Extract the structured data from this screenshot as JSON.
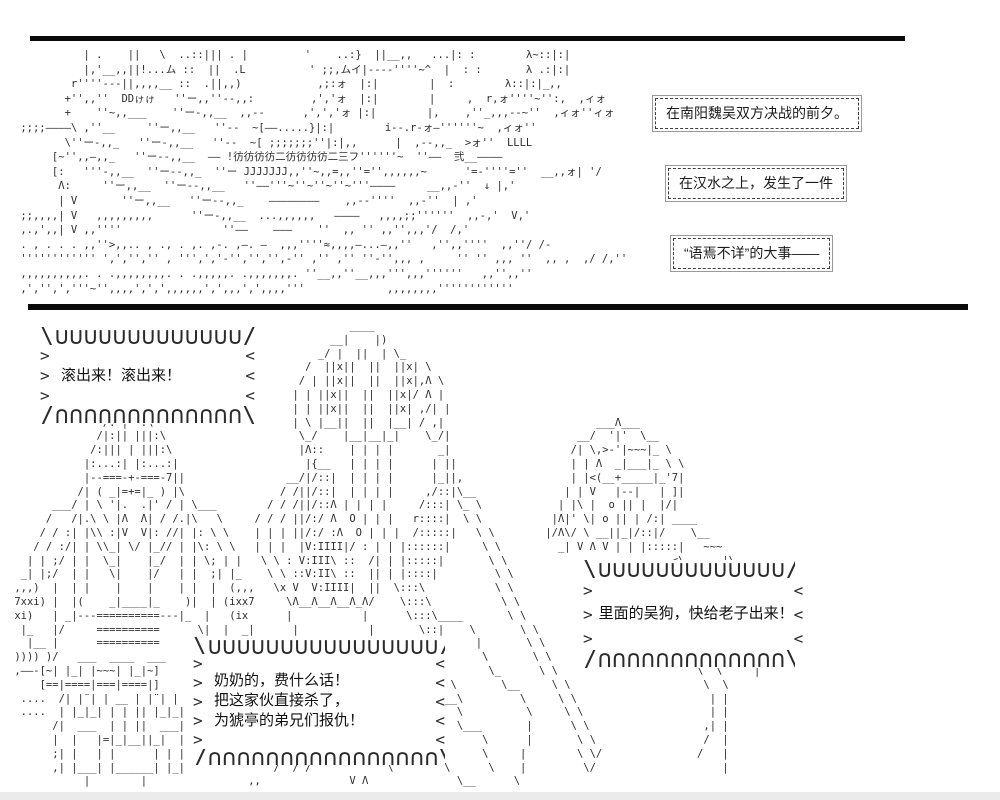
{
  "meta": {
    "background": "#ffffff",
    "ink": "#2e2e2e",
    "rule_color": "#0a0a0a"
  },
  "panel_top": {
    "captions": [
      {
        "text": "在南阳魏吴双方决战的前夕。"
      },
      {
        "text": "在汉水之上，发生了一件"
      },
      {
        "text": "“语焉不详”的大事——"
      }
    ],
    "ship_art": [
      "           | .    ||   \\  ..::||| . |         '    ..:}  ||__,,   ...|: :        λ~::|:|",
      "           |,'__,,||!...ム ::  ||  .L          ' ;;,ムイ|---‐''''~^  |  : :       λ .:|:|",
      "         r''''---||,,,,__ ::  .||,,)            ,;:ォ  |:|        |  :        λ::|:|_,,",
      "        +'',,''  DDゖゖ   ''ー,,''--,,:         ,','ォ  |:|        |     ,  r,ォ''''~'':,  ,ィォ",
      "        +    ''~,,___    ''ー-,,__  ,,--      ,',','ォ |:|        |,    ,''_,,,--~''  ,ィォ''ィォ",
      " ;;;;――――\\ ,''__     ''ー,,__   ''--  ~[――.....}|:|        i--.r-ォ―''''''~  ,ィォ''",
      "        \\''ー-,,_   ''ー-,,__   ''--  ~[ ;;;;;;;''|:|,,      |  ,--,,_  >ォ''  LLLL",
      "      [~'',,―,,_   ''ー--,,__  ―― !彷彷彷彷二彷彷彷彷二三フ''''''~  ''――  弐__――――",
      "      [:   '''-,,__  ''ー--,,_  ''ー JJJJJJJ,,''~,,=,,''='',,,,,,~      '=-''''=''  __,,ォ| '/",
      "       Λ:     ''ー,,__  ''ー--,,__   ''――'''~''~''~''~'''――――     __,,-''  ↓ |,'",
      "       | V       ''ー,,__   ''ー--,,_    ――――――――    ,,--''''  ,,-''  | ,'",
      " ;;,,,,| V   ,,,,,,,,,      ''ー-,,__  ...,,,,,,   ――――   ,,,,;;''''''  ,,-,'  V,'",
      " ,.,',,| V ,,''''                ''――    ―――    ''  ,, '' ,,'',,,'/  /,'",
      " . , . . . ,,''>,,.. , ., . ,. ,-. ,―. ―  ,,,''''≈,,,,―...―,,''   ,'',,''''  ,,''/ /-",
      " '''''''''''' ',','','' , ''',','-'','','',-'' ,'' ,'' ''-'',,, ,     '' '' ,,, ''  ,, ,  ,/ /,''",
      " ,,,,,,,,,,. . .,,,,,,,,. . .,,,,,. .,,,,,,,. ''__,,''__,,,''',,,''''''   ,,'',,''",
      " ,','',','''~'',,,,',',',,,,,,',',,,',',,,,'''             ,,,,,,,,''''''''''''"
    ]
  },
  "panel_bottom": {
    "bubbles": [
      {
        "speaker": "crowd",
        "scallops": 13,
        "lines": [
          "滚出来！滚出来！"
        ]
      },
      {
        "speaker": "wei-soldier",
        "scallops": 13,
        "lines": [
          "里面的吴狗，快给老子出来！"
        ]
      },
      {
        "speaker": "wei-officer",
        "scallops": 16,
        "lines": [
          "奶奶的，费什么话！",
          "把这家伙直接杀了，",
          "为猇亭的弟兄们报仇！"
        ]
      }
    ],
    "scene_art": [
      "                                                      ____",
      "                                                   __|    |)",
      "                                                 _/ |  ||  | \\_",
      "                                               /  ||x||  ||  ||x| \\",
      "                                              / | ||x||  ||  ||x|,Λ \\",
      "                                             | | ||x||  ||  ||x|/ Λ |",
      "                 _Λ_                         | | ||x||  ||  ||x| ,/| |",
      "               /:'| ':\\                      | \\ |__||  ||  |__| / ,|                        ___Λ___",
      "              /|:|| |||:\\                     \\_/    |__|__|_|    \\_/|                    __/  '|'  \\__",
      "             /:||| | |||:\\                    |Λ::    | | | |       _|                   /| \\,>-'|~~~|_ \\",
      "            |:...:| |:...:|                    |{__   | | | |      | ||                  | | Λ  _|___|_ \\ \\",
      "            |--===-+-===-7||                __/|/::|  | | | |      |_||,                 | |<(__+_____|_'7|",
      "           /| ( _|=+=|_ ) |\\               / /||/::|  | | | |     ,/::|\\__              | | V   |--|   | ]|",
      "       ___/ | \\ '|.  .|' / | \\___        / / /||/::Λ | | | |     /:::| \\_ \\            | |\\ |  o || |  |/|",
      "      /   /|.\\ \\ |Λ  Λ| / /.|\\   \\     / / / ||/:/ Λ  O | | |   r::::|  \\ \\           |Λ|' \\| o || | /:| ____",
      "     / / :| |\\\\ :|V  V|: //| |: \\ \\    | | | ||/:/ :Λ  O | | |  /:::::|   \\ \\        |/Λ\\/ \\ __||_|/::|/    \\__",
      "    / / :/| | \\\\_| \\/ |_// | |\\: \\ \\   | | |  |V:IIII|/ : | | |::::::|     \\ \\         _| V Λ V | | |:::::|   ~~~",
      "   | | ;/ | |  \\_|    |_/  | | \\; | |   \\ \\ : V:III\\ ::  /| | |:::::|       \\ \\                          <\\      |\\",
      "  _| |;/  | |   \\|    |/   | |  ;| |_    \\ \\ ::V:II\\ ::  || | |::::|         \\ \\                         <]      | \\__",
      " ,,,)  |  | |    |    |    | |  |  (,,,   \\x V  V:IIII|  ||  \\:::\\           \\ \\                         </  ,|xx[__  |",
      " 7xxi) |  |(    _|____|_    )|  | (ixx7     \\Λ__Λ__Λ__Λ_Λ/    \\:::\\           \\ \\                          \\xxxi/~~|__|",
      " xi)   | _|---==========---|_  |   (ix      |           |      \\:::\\____       \\ \\                         | | ,--|   |",
      "  |_   |/     ==========      \\|  |  _|      |           |       \\::|    \\       \\ \\                        | ||  /    |",
      "   |__ |      ==========       |_| __|       |           |        \\:|     |       \\ \\                       | ||_/     |",
      " )))) )/   ___  ____  ___                     |     _    |         \\|      \\       \\ \\                      |  \\      |",
      " ,――-[~| |_| |~~~| |_|~]                    /~~\\__ | |   |          \\       \\_      \\ \\                      \\  \\     |",
      "     [==|====|===|====|]                 __/  /   \\|_|---|___----___  \\       \\__     \\ \\                     \\  \\",
      "  ....  /| |¨| | __ | |¨| |             /  __/ / /   ___|    \\      \\__\\         \\     \\ \\                     | |",
      "  ....  | |_|_| | | || |_|_|           / /    / /  _/    \\    \\        \\          \\     \\ \\                    | |",
      "       /|  ___  | | ||  ___|          /_/    /_/  /       \\____        \\___       |      \\ \\                  ,| |",
      "       |  |   |=|_|__||_|  |                /    /___          \\_____      \\      |       \\ \\                 /  |",
      "       ;| |   | |      | | |               /  / /    \\______        \\      \\     |        \\ \\/               /   |",
      "       ,| |___| |______| |_|              /  / /            \\        \\      \\    |         \\/                    |",
      "            |        |                ,,              V Λ              \\__      \\"
    ]
  }
}
